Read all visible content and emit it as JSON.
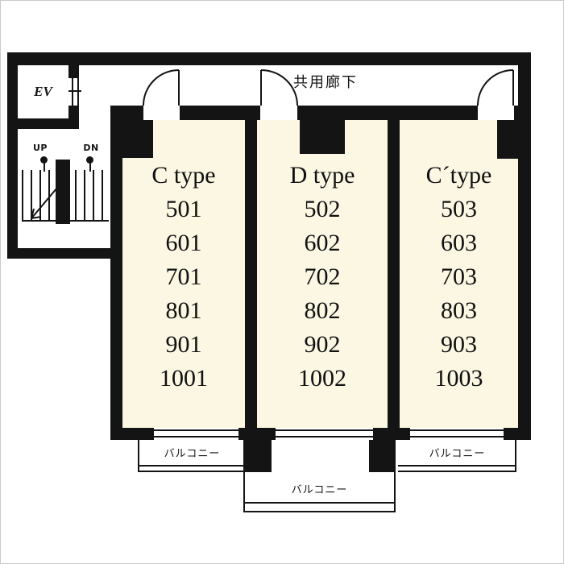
{
  "plan": {
    "elevator": {
      "label": "EV"
    },
    "corridor": {
      "label": "共用廊下"
    },
    "stairs": {
      "up": "UP",
      "down": "DN"
    },
    "units": [
      {
        "type": "C type",
        "rooms": [
          "501",
          "601",
          "701",
          "801",
          "901",
          "1001"
        ]
      },
      {
        "type": "D type",
        "rooms": [
          "502",
          "602",
          "702",
          "802",
          "902",
          "1002"
        ]
      },
      {
        "type": "C´type",
        "rooms": [
          "503",
          "603",
          "703",
          "803",
          "903",
          "1003"
        ]
      }
    ],
    "balconies": {
      "left": "バルコニー",
      "center": "バルコニー",
      "right": "バルコニー"
    },
    "colors": {
      "wall": "#141414",
      "room_fill": "#fbf7e3",
      "background": "#ffffff"
    }
  }
}
